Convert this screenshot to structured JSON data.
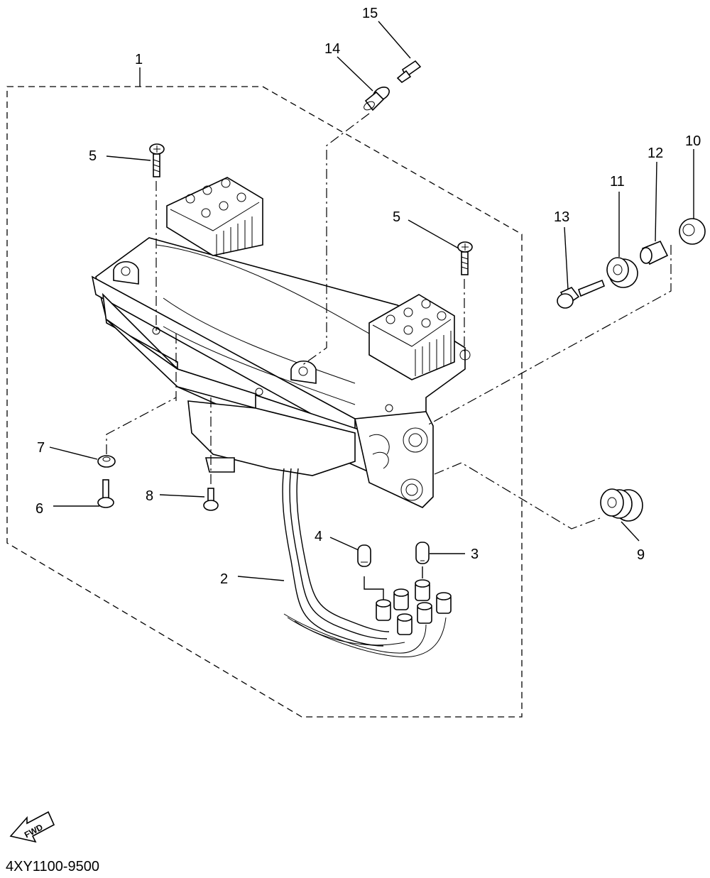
{
  "diagram": {
    "callouts": [
      "1",
      "2",
      "3",
      "4",
      "5",
      "5",
      "6",
      "7",
      "8",
      "9",
      "10",
      "11",
      "12",
      "13",
      "14",
      "15"
    ],
    "fwd_badge": "FWD",
    "drawing_code": "4XY1100-9500"
  }
}
